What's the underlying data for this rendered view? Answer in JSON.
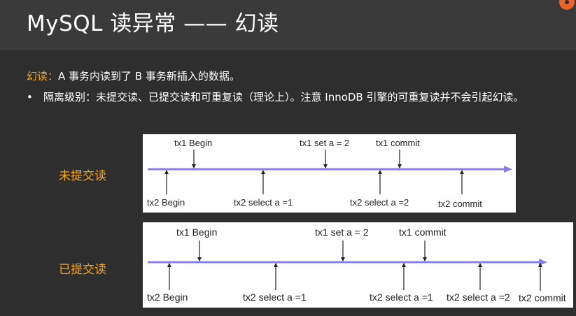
{
  "slide": {
    "title": "MySQL 读异常 —— 幻读",
    "definition_label": "幻读：",
    "definition_text": "A 事务内读到了 B 事务新插入的数据。",
    "bullet_marker": "•",
    "bullet_text": "隔离级别：未提交读、已提交读和可重复读（理论上）。注意 InnoDB 引擎的可重复读并不会引起幻读。"
  },
  "colors": {
    "background": "#2e2e2e",
    "title": "#ffffff",
    "accent": "#f5a623",
    "timeline": "#8a7fe8",
    "panel": "#ffffff"
  },
  "diagrams": [
    {
      "label": "未提交读",
      "events_top": [
        "tx1 Begin",
        "tx1 set a = 2",
        "tx1 commit"
      ],
      "events_bottom": [
        "tx2 Begin",
        "tx2 select a =1",
        "tx2 select a =2",
        "tx2 commit"
      ]
    },
    {
      "label": "已提交读",
      "events_top": [
        "tx1 Begin",
        "tx1 set a = 2",
        "tx1 commit"
      ],
      "events_bottom": [
        "tx2 Begin",
        "tx2 select a =1",
        "tx2 select a =1",
        "tx2 select a =2",
        "tx2 commit"
      ]
    }
  ]
}
